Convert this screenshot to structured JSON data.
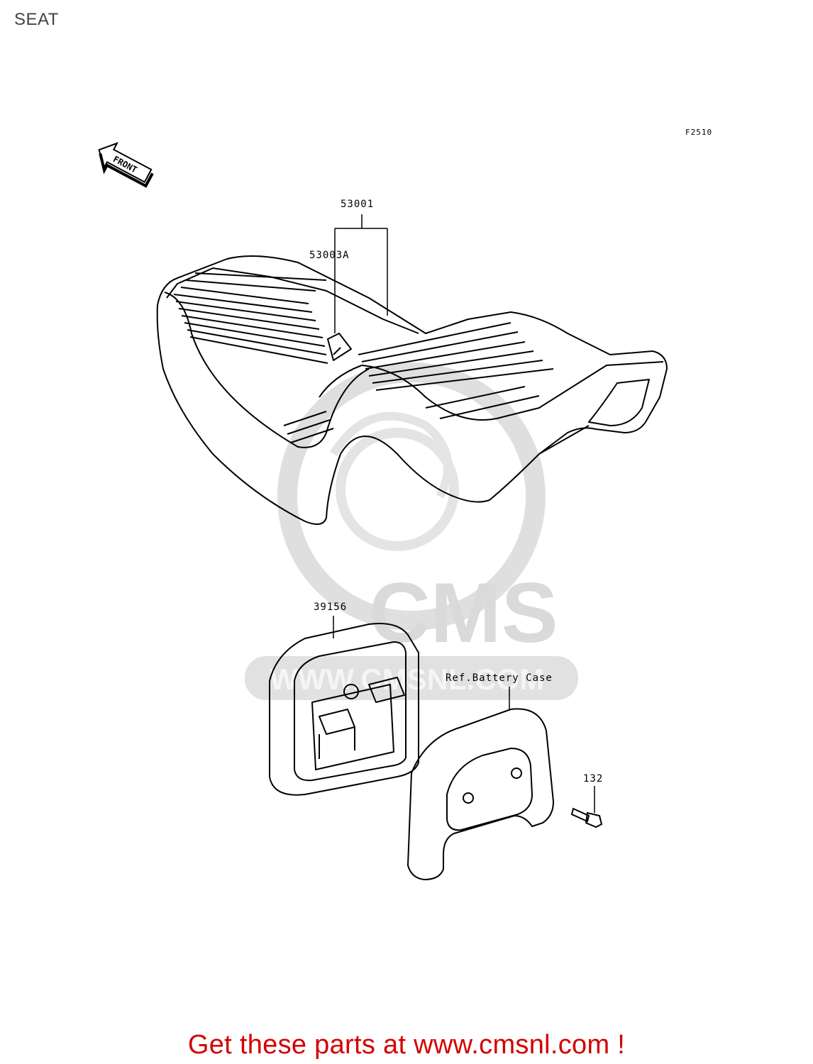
{
  "page": {
    "title": "SEAT"
  },
  "diagram": {
    "figure_code": "F2510",
    "front_arrow_label": "FRONT",
    "parts": [
      {
        "ref": "53001"
      },
      {
        "ref": "53003A"
      },
      {
        "ref": "39156"
      },
      {
        "ref": "Ref.Battery Case"
      },
      {
        "ref": "132"
      }
    ]
  },
  "watermark": {
    "brand": "CMS",
    "url": "WWW.CMSNL.COM"
  },
  "footer": {
    "cta": "Get these parts at www.cmsnl.com !",
    "cta_color": "#d40000"
  }
}
